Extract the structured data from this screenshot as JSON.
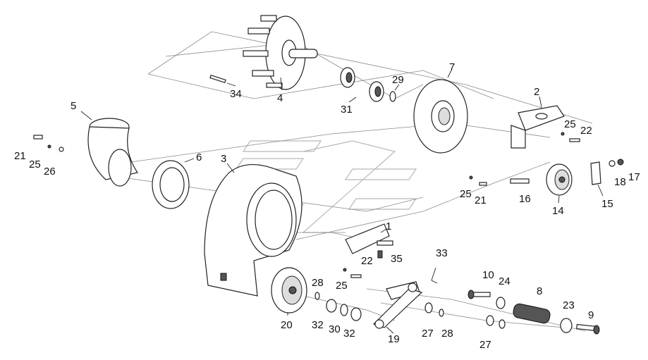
{
  "labels": {
    "p1": "1",
    "p2": "2",
    "p3": "3",
    "p4": "4",
    "p5": "5",
    "p6": "6",
    "p7": "7",
    "p8": "8",
    "p9": "9",
    "p10": "10",
    "p14": "14",
    "p15": "15",
    "p16": "16",
    "p17": "17",
    "p18": "18",
    "p19": "19",
    "p20": "20",
    "p21a": "21",
    "p21b": "21",
    "p22a": "22",
    "p22b": "22",
    "p23": "23",
    "p24": "24",
    "p25a": "25",
    "p25b": "25",
    "p25c": "25",
    "p25d": "25",
    "p26": "26",
    "p27a": "27",
    "p27b": "27",
    "p28a": "28",
    "p28b": "28",
    "p29": "29",
    "p30": "30",
    "p31": "31",
    "p32a": "32",
    "p32b": "32",
    "p33": "33",
    "p34": "34",
    "p35": "35"
  }
}
